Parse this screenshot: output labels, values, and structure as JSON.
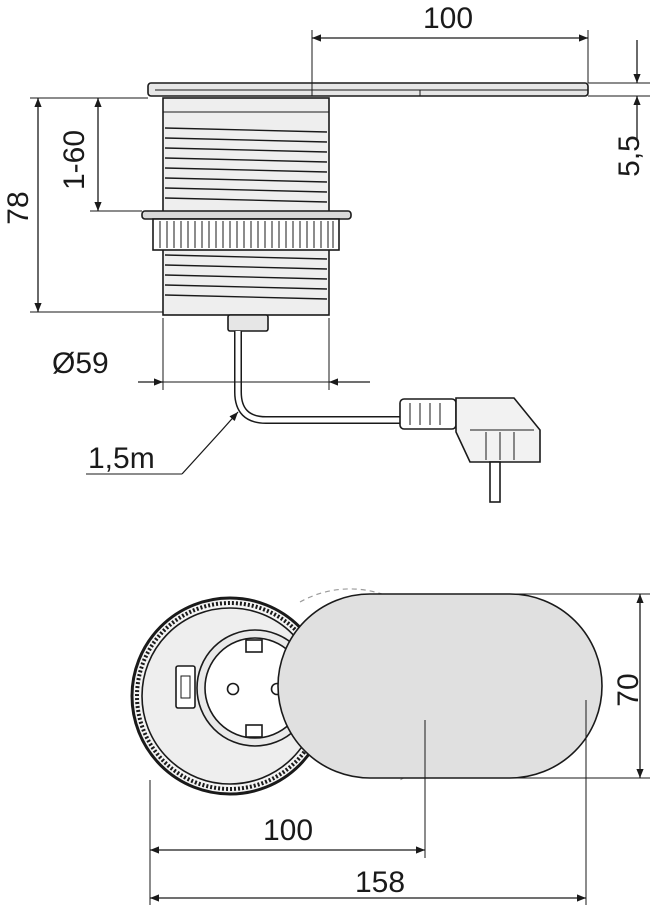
{
  "dimensions": {
    "top_lid_width": "100",
    "height_range": "1-60",
    "total_height": "78",
    "lid_thickness": "5,5",
    "diameter": "Ø59",
    "cable_length": "1,5m",
    "bottom_lid_width": "100",
    "lid_height": "70",
    "total_length": "158"
  },
  "colors": {
    "line": "#1a1a1a",
    "body_fill": "#eeeeee",
    "lid_fill": "#e0e0e0"
  }
}
